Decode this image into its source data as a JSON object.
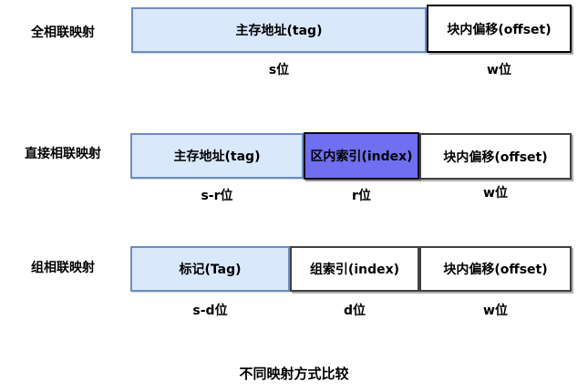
{
  "caption": "不同映射方式比较",
  "colors": {
    "tag_fill": "#dae8fc",
    "tag_border": "#6c8ebf",
    "index_highlight_fill": "#6f6fef",
    "plain_box_fill": "#ffffff",
    "plain_box_border": "#404040",
    "text": "#000000"
  },
  "rows": [
    {
      "label": "全相联映射",
      "segments": [
        {
          "text": "主存地址(tag)",
          "bits": "s位"
        },
        {
          "text": "块内偏移(offset)",
          "bits": "w位"
        }
      ]
    },
    {
      "label": "直接相联映射",
      "segments": [
        {
          "text": "主存地址(tag)",
          "bits": "s-r位"
        },
        {
          "text": "区内索引(index)",
          "bits": "r位"
        },
        {
          "text": "块内偏移(offset)",
          "bits": "w位"
        }
      ]
    },
    {
      "label": "组相联映射",
      "segments": [
        {
          "text": "标记(Tag)",
          "bits": "s-d位"
        },
        {
          "text": "组索引(index)",
          "bits": "d位"
        },
        {
          "text": "块内偏移(offset)",
          "bits": "w位"
        }
      ]
    }
  ]
}
